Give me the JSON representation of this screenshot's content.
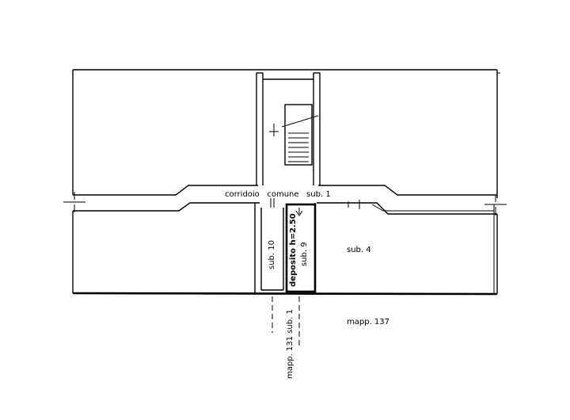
{
  "plan": {
    "labels": {
      "corridor": "corridoio   comune   sub. 1",
      "sub4": "sub. 4",
      "sub10": "sub. 10",
      "deposito": "deposito h=2.50",
      "sub9": "sub. 9",
      "mapp137": "mapp. 137",
      "mapp131": "mapp. 131 sub. 1"
    }
  }
}
